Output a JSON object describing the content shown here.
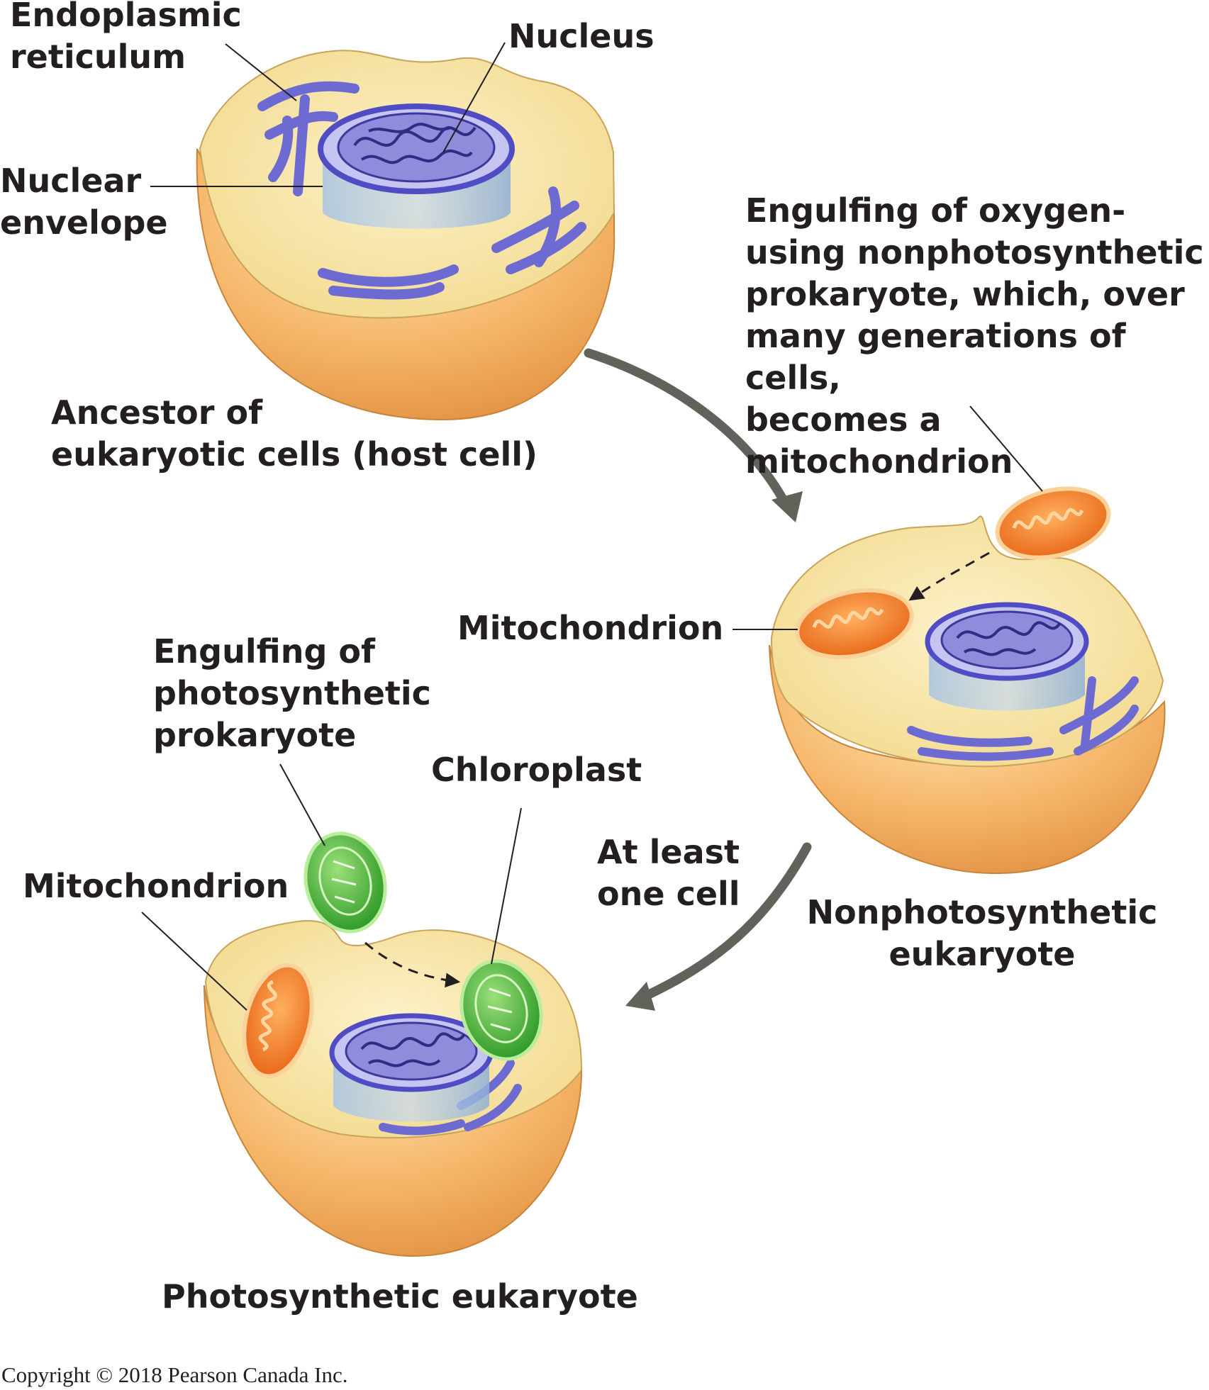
{
  "colors": {
    "cytoplasm": "#f8e6a4",
    "cell_shell": "#f6b76a",
    "cell_shell_dark": "#e08d3e",
    "organelle_blue": "#7a78d6",
    "organelle_blue_dark": "#3d3a9c",
    "mitochondrion": "#f07a24",
    "chloroplast": "#52c43c",
    "arrow": "#5f6359",
    "leader_line": "#231f20"
  },
  "labels": {
    "endoplasmic_reticulum": "Endoplasmic\nreticulum",
    "nucleus": "Nucleus",
    "nuclear_envelope": "Nuclear\nenvelope",
    "host_cell": "Ancestor of\neukaryotic cells (host cell)",
    "engulf_oxygen": "Engulfing of oxygen-\nusing nonphotosynthetic\nprokaryote, which, over\nmany generations of cells,\nbecomes a mitochondrion",
    "mitochondrion_1": "Mitochondrion",
    "engulf_photo": "Engulfing of\nphotosynthetic\nprokaryote",
    "chloroplast": "Chloroplast",
    "mitochondrion_2": "Mitochondrion",
    "at_least_one_cell": "At least\none cell",
    "nonphoto_eukaryote": "Nonphotosynthetic\neukaryote",
    "photo_eukaryote": "Photosynthetic eukaryote"
  },
  "copyright": "Copyright © 2018 Pearson Canada Inc."
}
